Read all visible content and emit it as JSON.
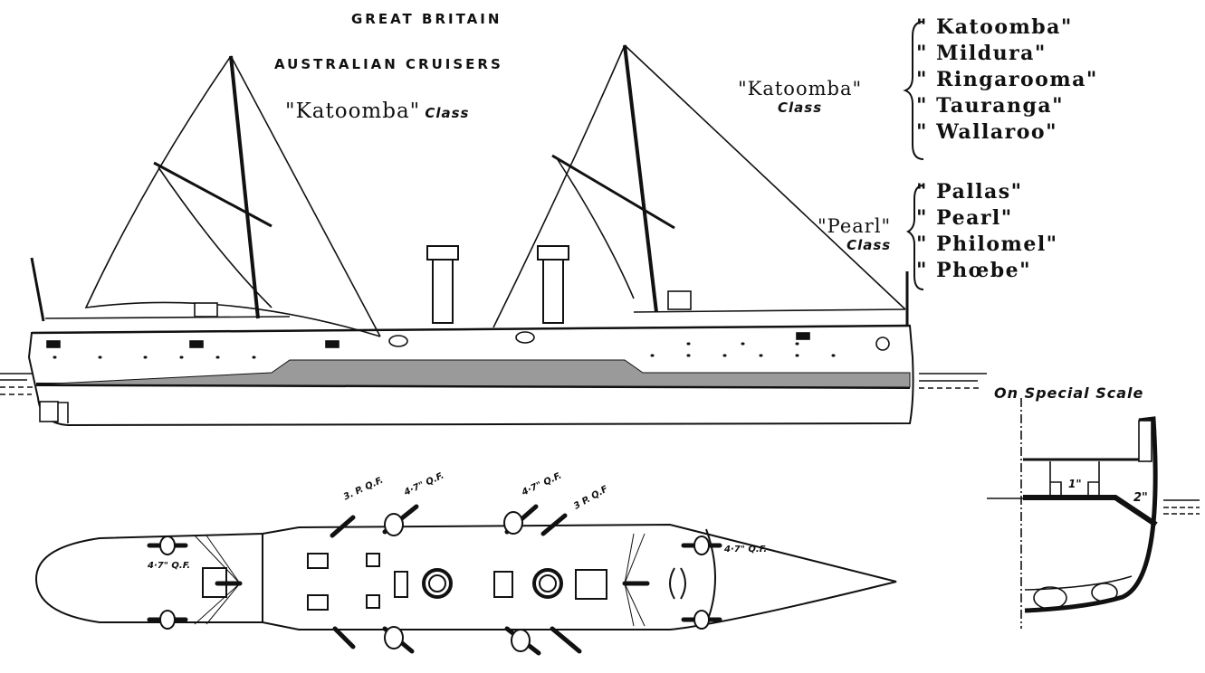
{
  "title": {
    "country": "GREAT BRITAIN",
    "subtitle": "AUSTRALIAN CRUISERS",
    "class_name": "\"Katoomba\"",
    "class_word": "Class"
  },
  "groups": [
    {
      "label": "\"Katoomba\"",
      "class_word": "Class",
      "ships": [
        "\" Katoomba\"",
        "\" Mildura\"",
        "\" Ringarooma\"",
        "\" Tauranga\"",
        "\" Wallaroo\""
      ]
    },
    {
      "label": "\"Pearl\"",
      "class_word": "Class",
      "ships": [
        "\" Pallas\"",
        "\" Pearl\"",
        "\" Philomel\"",
        "\" Phœbe\""
      ]
    }
  ],
  "section": {
    "caption": "On Special Scale",
    "deck_armor": "1\"",
    "slope_armor": "2\""
  },
  "plan_labels": {
    "bow_gun": "4·7\" Q.F.",
    "fwd_3p": "3. P. Q.F.",
    "fwd_47": "4·7\" Q.F.",
    "aft_47": "4·7\" Q.F.",
    "aft_3p": "3 P. Q.F",
    "stern_gun": "4·7\" Q.F."
  },
  "colors": {
    "ink": "#111111",
    "paper": "#ffffff",
    "belt": "#9a9a9a"
  }
}
